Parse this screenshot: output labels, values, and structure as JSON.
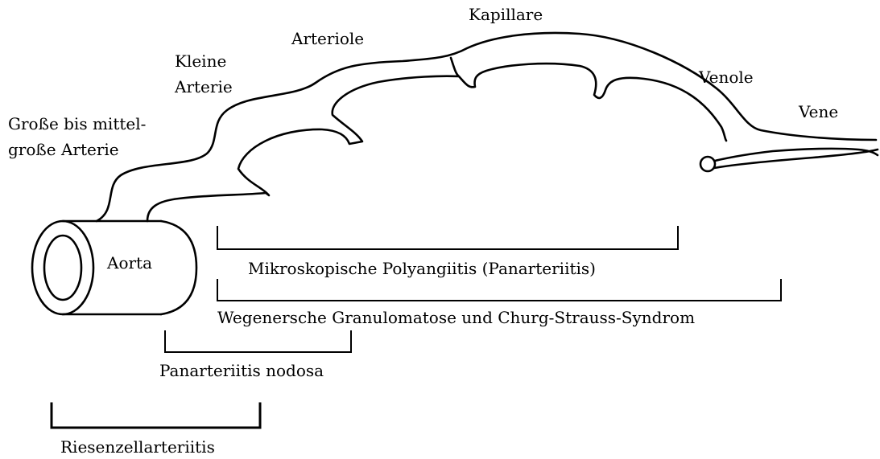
{
  "vessel_labels": {
    "large_artery_line1": "Große bis mittel-",
    "large_artery_line2": "große Arterie",
    "small_artery_line1": "Kleine",
    "small_artery_line2": "Arterie",
    "arteriole": "Arteriole",
    "capillary": "Kapillare",
    "venule": "Venole",
    "vein": "Vene",
    "aorta": "Aorta"
  },
  "vasculitis_ranges": [
    {
      "label": "Mikroskopische Polyangiitis (Panarteriitis)"
    },
    {
      "label": "Wegenersche Granulomatose und Churg-Strauss-Syndrom"
    },
    {
      "label": "Panarteriitis nodosa"
    },
    {
      "label": "Riesenzellarteriitis"
    }
  ]
}
